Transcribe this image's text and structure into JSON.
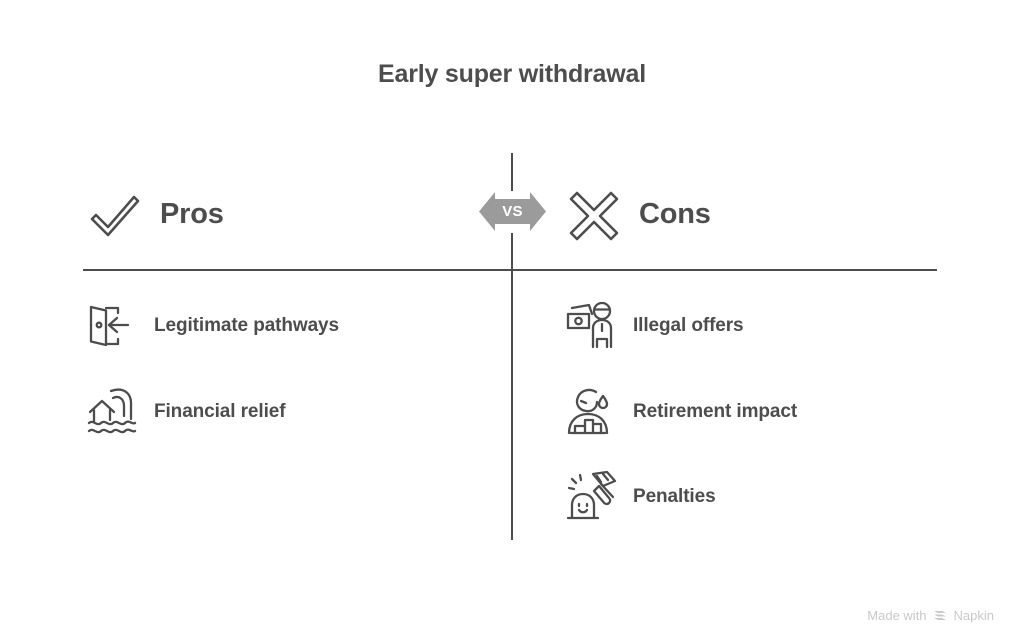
{
  "title": "Early super withdrawal",
  "versus": {
    "badge_label": "VS",
    "badge_color": "#9b9b9b"
  },
  "theme": {
    "background": "#ffffff",
    "ink": "#4d4d4d",
    "muted": "#c9c9c9"
  },
  "columns": [
    {
      "key": "pros",
      "label": "Pros",
      "icon": "check-icon",
      "items": [
        {
          "label": "Legitimate pathways",
          "icon": "exit-door-icon"
        },
        {
          "label": "Financial relief",
          "icon": "flood-house-icon"
        }
      ]
    },
    {
      "key": "cons",
      "label": "Cons",
      "icon": "cross-icon",
      "items": [
        {
          "label": "Illegal offers",
          "icon": "person-cash-icon"
        },
        {
          "label": "Retirement impact",
          "icon": "worried-person-chart-icon"
        },
        {
          "label": "Penalties",
          "icon": "gavel-icon"
        }
      ]
    }
  ],
  "watermark": {
    "prefix": "Made with",
    "brand": "Napkin",
    "logo": "napkin-logo-icon"
  }
}
